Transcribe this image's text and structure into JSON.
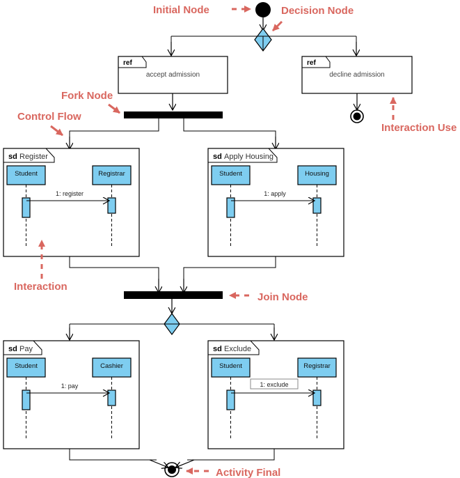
{
  "diagram": {
    "type": "UML Interaction Overview Diagram",
    "accent_color": "#d9675f",
    "node_fill_color": "#7ecdf0",
    "line_color": "#000000",
    "background_color": "#ffffff"
  },
  "annotations": [
    {
      "id": "initial-node",
      "label": "Initial Node"
    },
    {
      "id": "decision-node",
      "label": "Decision Node"
    },
    {
      "id": "fork-node",
      "label": "Fork Node"
    },
    {
      "id": "control-flow",
      "label": "Control Flow"
    },
    {
      "id": "interaction-use",
      "label": "Interaction Use"
    },
    {
      "id": "interaction",
      "label": "Interaction"
    },
    {
      "id": "join-node",
      "label": "Join Node"
    },
    {
      "id": "activity-final",
      "label": "Activity Final"
    }
  ],
  "interaction_uses": [
    {
      "id": "accept-admission",
      "keyword": "ref",
      "name": "accept admission"
    },
    {
      "id": "decline-admission",
      "keyword": "ref",
      "name": "decline admission"
    }
  ],
  "interactions": [
    {
      "id": "register",
      "keyword": "sd",
      "name": "Register",
      "lifelines": [
        "Student",
        "Registrar"
      ],
      "messages": [
        {
          "label": "1: register",
          "boxed": false,
          "from": "Student",
          "to": "Registrar"
        }
      ]
    },
    {
      "id": "apply-housing",
      "keyword": "sd",
      "name": "Apply Housing",
      "lifelines": [
        "Student",
        "Housing"
      ],
      "messages": [
        {
          "label": "1: apply",
          "boxed": false,
          "from": "Student",
          "to": "Housing"
        }
      ]
    },
    {
      "id": "pay",
      "keyword": "sd",
      "name": "Pay",
      "lifelines": [
        "Student",
        "Cashier"
      ],
      "messages": [
        {
          "label": "1: pay",
          "boxed": false,
          "from": "Student",
          "to": "Cashier"
        }
      ]
    },
    {
      "id": "exclude",
      "keyword": "sd",
      "name": "Exclude",
      "lifelines": [
        "Student",
        "Registrar"
      ],
      "messages": [
        {
          "label": "1: exclude",
          "boxed": true,
          "from": "Student",
          "to": "Registrar"
        }
      ]
    }
  ]
}
